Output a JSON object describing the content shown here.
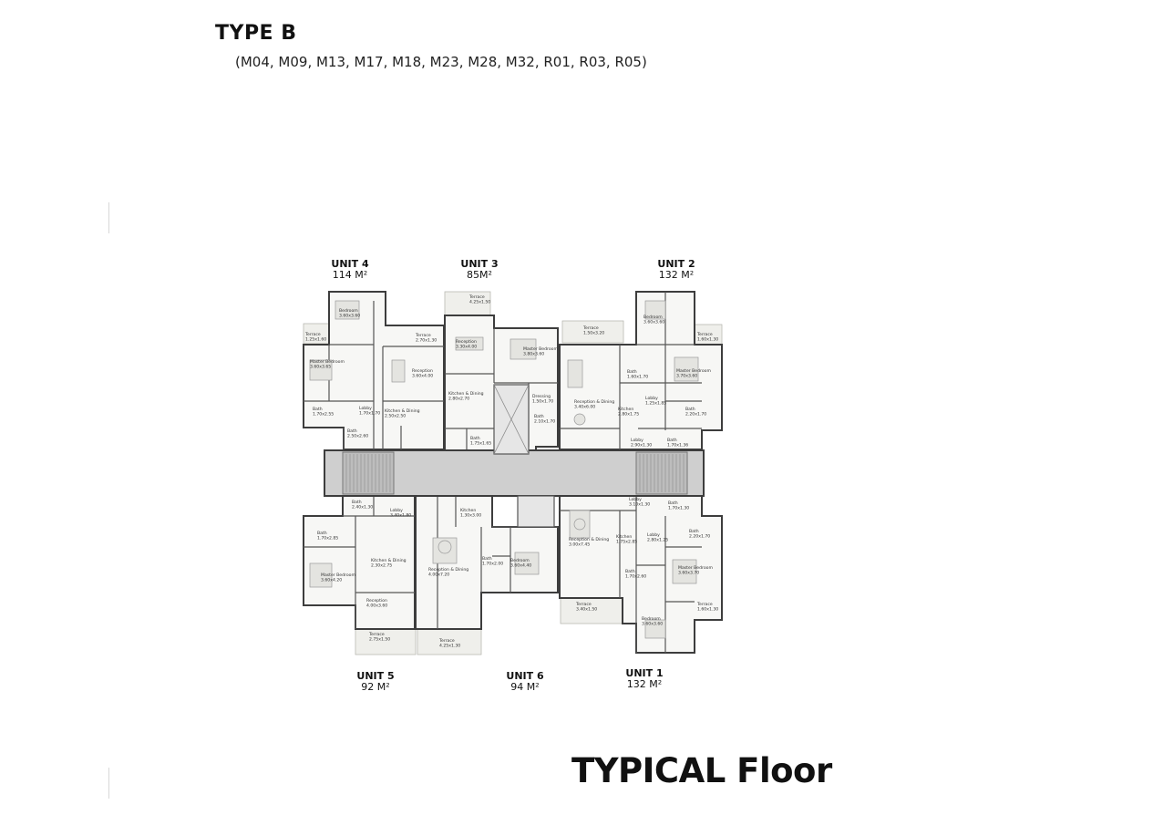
{
  "title": "TYPE B",
  "subtitle": "(M04, M09, M13, M17, M18, M23, M28, M32, R01, R03, R05)",
  "floor_title": "TYPICAL Floor",
  "units": [
    {
      "name": "UNIT 4",
      "area": "114 M²"
    },
    {
      "name": "UNIT 3",
      "area": "85M²"
    },
    {
      "name": "UNIT 2",
      "area": "132 M²"
    },
    {
      "name": "UNIT 5",
      "area": "92 M²"
    },
    {
      "name": "UNIT 6",
      "area": "94 M²"
    },
    {
      "name": "UNIT 1",
      "area": "132 M²"
    }
  ],
  "rooms": [
    {
      "label": "Bedroom",
      "dim": "3.60x3.60"
    },
    {
      "label": "Terrace",
      "dim": "1.25x1.60"
    },
    {
      "label": "Terrace",
      "dim": "2.70x1.30"
    },
    {
      "label": "Master Bedroom",
      "dim": "3.60x3.65"
    },
    {
      "label": "Reception",
      "dim": "3.60x4.00"
    },
    {
      "label": "Bath",
      "dim": "1.70x2.55"
    },
    {
      "label": "Lobby",
      "dim": "1.70x1.70"
    },
    {
      "label": "Kitchen & Dining",
      "dim": "2.50x2.50"
    },
    {
      "label": "Bath",
      "dim": "2.50x2.60"
    },
    {
      "label": "Terrace",
      "dim": "4.25x1.50"
    },
    {
      "label": "Reception",
      "dim": "3.30x4.00"
    },
    {
      "label": "Master Bedroom",
      "dim": "3.80x3.60"
    },
    {
      "label": "Kitchen & Dining",
      "dim": "2.80x2.70"
    },
    {
      "label": "Dressing",
      "dim": "1.50x1.70"
    },
    {
      "label": "Bath",
      "dim": "2.10x1.70"
    },
    {
      "label": "Bath",
      "dim": "1.75x1.65"
    },
    {
      "label": "Terrace",
      "dim": "1.50x3.20"
    },
    {
      "label": "Bedroom",
      "dim": "3.60x3.60"
    },
    {
      "label": "Terrace",
      "dim": "1.60x1.30"
    },
    {
      "label": "Bath",
      "dim": "1.60x1.70"
    },
    {
      "label": "Master Bedroom",
      "dim": "3.70x3.60"
    },
    {
      "label": "Reception & Dining",
      "dim": "3.40x6.00"
    },
    {
      "label": "Lobby",
      "dim": "1.25x1.85"
    },
    {
      "label": "Kitchen",
      "dim": "2.80x1.75"
    },
    {
      "label": "Bath",
      "dim": "2.20x1.70"
    },
    {
      "label": "Lobby",
      "dim": "2.90x1.30"
    },
    {
      "label": "Bath",
      "dim": "1.70x1.36"
    },
    {
      "label": "Bath",
      "dim": "2.40x1.30"
    },
    {
      "label": "Lobby",
      "dim": "3.40x1.80"
    },
    {
      "label": "Kitchen",
      "dim": "1.30x3.00"
    },
    {
      "label": "Bath",
      "dim": "1.70x2.85"
    },
    {
      "label": "Kitchen & Dining",
      "dim": "2.30x2.75"
    },
    {
      "label": "Master Bedroom",
      "dim": "3.60x4.20"
    },
    {
      "label": "Reception & Dining",
      "dim": "4.00x7.20"
    },
    {
      "label": "Bath",
      "dim": "1.70x2.00"
    },
    {
      "label": "Bedroom",
      "dim": "3.60x4.40"
    },
    {
      "label": "Reception",
      "dim": "4.00x3.60"
    },
    {
      "label": "Terrace",
      "dim": "2.75x1.50"
    },
    {
      "label": "Terrace",
      "dim": "4.25x1.30"
    },
    {
      "label": "Lobby",
      "dim": "3.10x1.30"
    },
    {
      "label": "Bath",
      "dim": "1.70x1.30"
    },
    {
      "label": "Reception & Dining",
      "dim": "3.00x7.45"
    },
    {
      "label": "Kitchen",
      "dim": "1.75x2.85"
    },
    {
      "label": "Lobby",
      "dim": "2.80x1.25"
    },
    {
      "label": "Bath",
      "dim": "2.20x1.70"
    },
    {
      "label": "Bath",
      "dim": "1.70x2.60"
    },
    {
      "label": "Master Bedroom",
      "dim": "3.60x3.70"
    },
    {
      "label": "Terrace",
      "dim": "3.40x1.50"
    },
    {
      "label": "Terrace",
      "dim": "1.60x1.30"
    },
    {
      "label": "Bedroom",
      "dim": "3.60x3.60"
    }
  ]
}
